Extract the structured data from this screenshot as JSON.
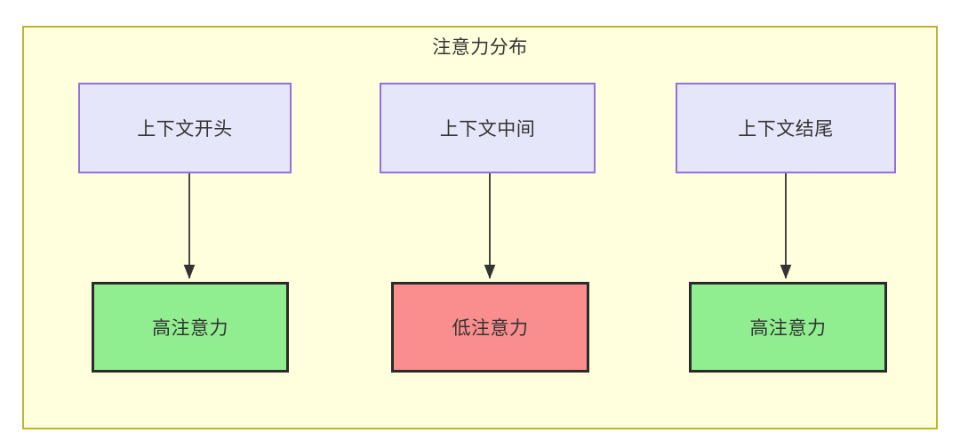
{
  "diagram": {
    "title": "注意力分布",
    "container": {
      "fill": "#ffffde",
      "stroke": "#bfb430"
    },
    "columns": [
      {
        "source": {
          "label": "上下文开头",
          "fill": "#e6e6fa",
          "stroke": "#9370db"
        },
        "target": {
          "label": "高注意力",
          "fill": "#90ee90",
          "stroke": "#2b2b2b"
        },
        "edge": {
          "from": "上下文开头",
          "to": "高注意力",
          "label": "",
          "color": "#333333"
        }
      },
      {
        "source": {
          "label": "上下文中间",
          "fill": "#e6e6fa",
          "stroke": "#9370db"
        },
        "target": {
          "label": "低注意力",
          "fill": "#fa8d8d",
          "stroke": "#2b2b2b"
        },
        "edge": {
          "from": "上下文中间",
          "to": "低注意力",
          "label": "",
          "color": "#333333"
        }
      },
      {
        "source": {
          "label": "上下文结尾",
          "fill": "#e6e6fa",
          "stroke": "#9370db"
        },
        "target": {
          "label": "高注意力",
          "fill": "#90ee90",
          "stroke": "#2b2b2b"
        },
        "edge": {
          "from": "上下文结尾",
          "to": "高注意力",
          "label": "",
          "color": "#333333"
        }
      }
    ]
  }
}
